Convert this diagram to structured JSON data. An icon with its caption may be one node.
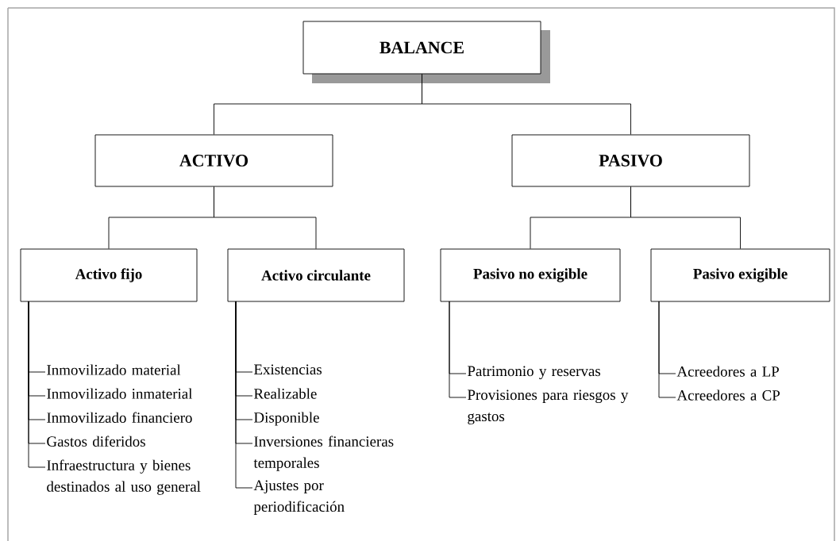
{
  "diagram": {
    "nodes": [
      {
        "text": [
          "BALANCE"
        ]
      },
      {
        "text": [
          "ACTIVO"
        ]
      },
      {
        "text": [
          "PASIVO"
        ]
      },
      {
        "text": [
          "Activo fijo"
        ]
      },
      {
        "text": [
          "Activo circulante"
        ]
      },
      {
        "text": [
          "Pasivo no exigible"
        ]
      },
      {
        "text": [
          "Pasivo exigible"
        ]
      },
      {
        "text": [
          "Inmovilizado material"
        ]
      },
      {
        "text": [
          "Inmovilizado inmaterial"
        ]
      },
      {
        "text": [
          "Inmovilizado financiero"
        ]
      },
      {
        "text": [
          "Gastos diferidos"
        ]
      },
      {
        "text": [
          "Infraestructura y bienes destinados al uso general"
        ]
      },
      {
        "text": [
          "Existencias"
        ]
      },
      {
        "text": [
          "Realizable"
        ]
      },
      {
        "text": [
          "Disponible"
        ]
      },
      {
        "text": [
          "Inversiones financieras temporales"
        ]
      },
      {
        "text": [
          "Ajustes por periodificación"
        ]
      },
      {
        "text": [
          "Patrimonio y reservas"
        ]
      },
      {
        "text": [
          "Provisiones para riesgos y gastos"
        ]
      },
      {
        "text": [
          "Acreedores a LP"
        ]
      },
      {
        "text": [
          "Acreedores a CP"
        ]
      }
    ],
    "edges": [
      {
        "from": 0,
        "to": 1,
        "arrow": "none"
      },
      {
        "from": 0,
        "to": 2,
        "arrow": "none"
      },
      {
        "from": 1,
        "to": 3,
        "arrow": "none"
      },
      {
        "from": 1,
        "to": 4,
        "arrow": "none"
      },
      {
        "from": 2,
        "to": 5,
        "arrow": "none"
      },
      {
        "from": 2,
        "to": 6,
        "arrow": "none"
      },
      {
        "from": 3,
        "to": 7,
        "arrow": "none"
      },
      {
        "from": 3,
        "to": 8,
        "arrow": "none"
      },
      {
        "from": 3,
        "to": 9,
        "arrow": "none"
      },
      {
        "from": 3,
        "to": 10,
        "arrow": "none"
      },
      {
        "from": 3,
        "to": 11,
        "arrow": "none"
      },
      {
        "from": 4,
        "to": 12,
        "arrow": "none"
      },
      {
        "from": 4,
        "to": 13,
        "arrow": "none"
      },
      {
        "from": 4,
        "to": 14,
        "arrow": "none"
      },
      {
        "from": 4,
        "to": 15,
        "arrow": "none"
      },
      {
        "from": 4,
        "to": 16,
        "arrow": "none"
      },
      {
        "from": 5,
        "to": 17,
        "arrow": "none"
      },
      {
        "from": 5,
        "to": 18,
        "arrow": "none"
      },
      {
        "from": 6,
        "to": 19,
        "arrow": "none"
      },
      {
        "from": 6,
        "to": 20,
        "arrow": "none"
      }
    ]
  }
}
